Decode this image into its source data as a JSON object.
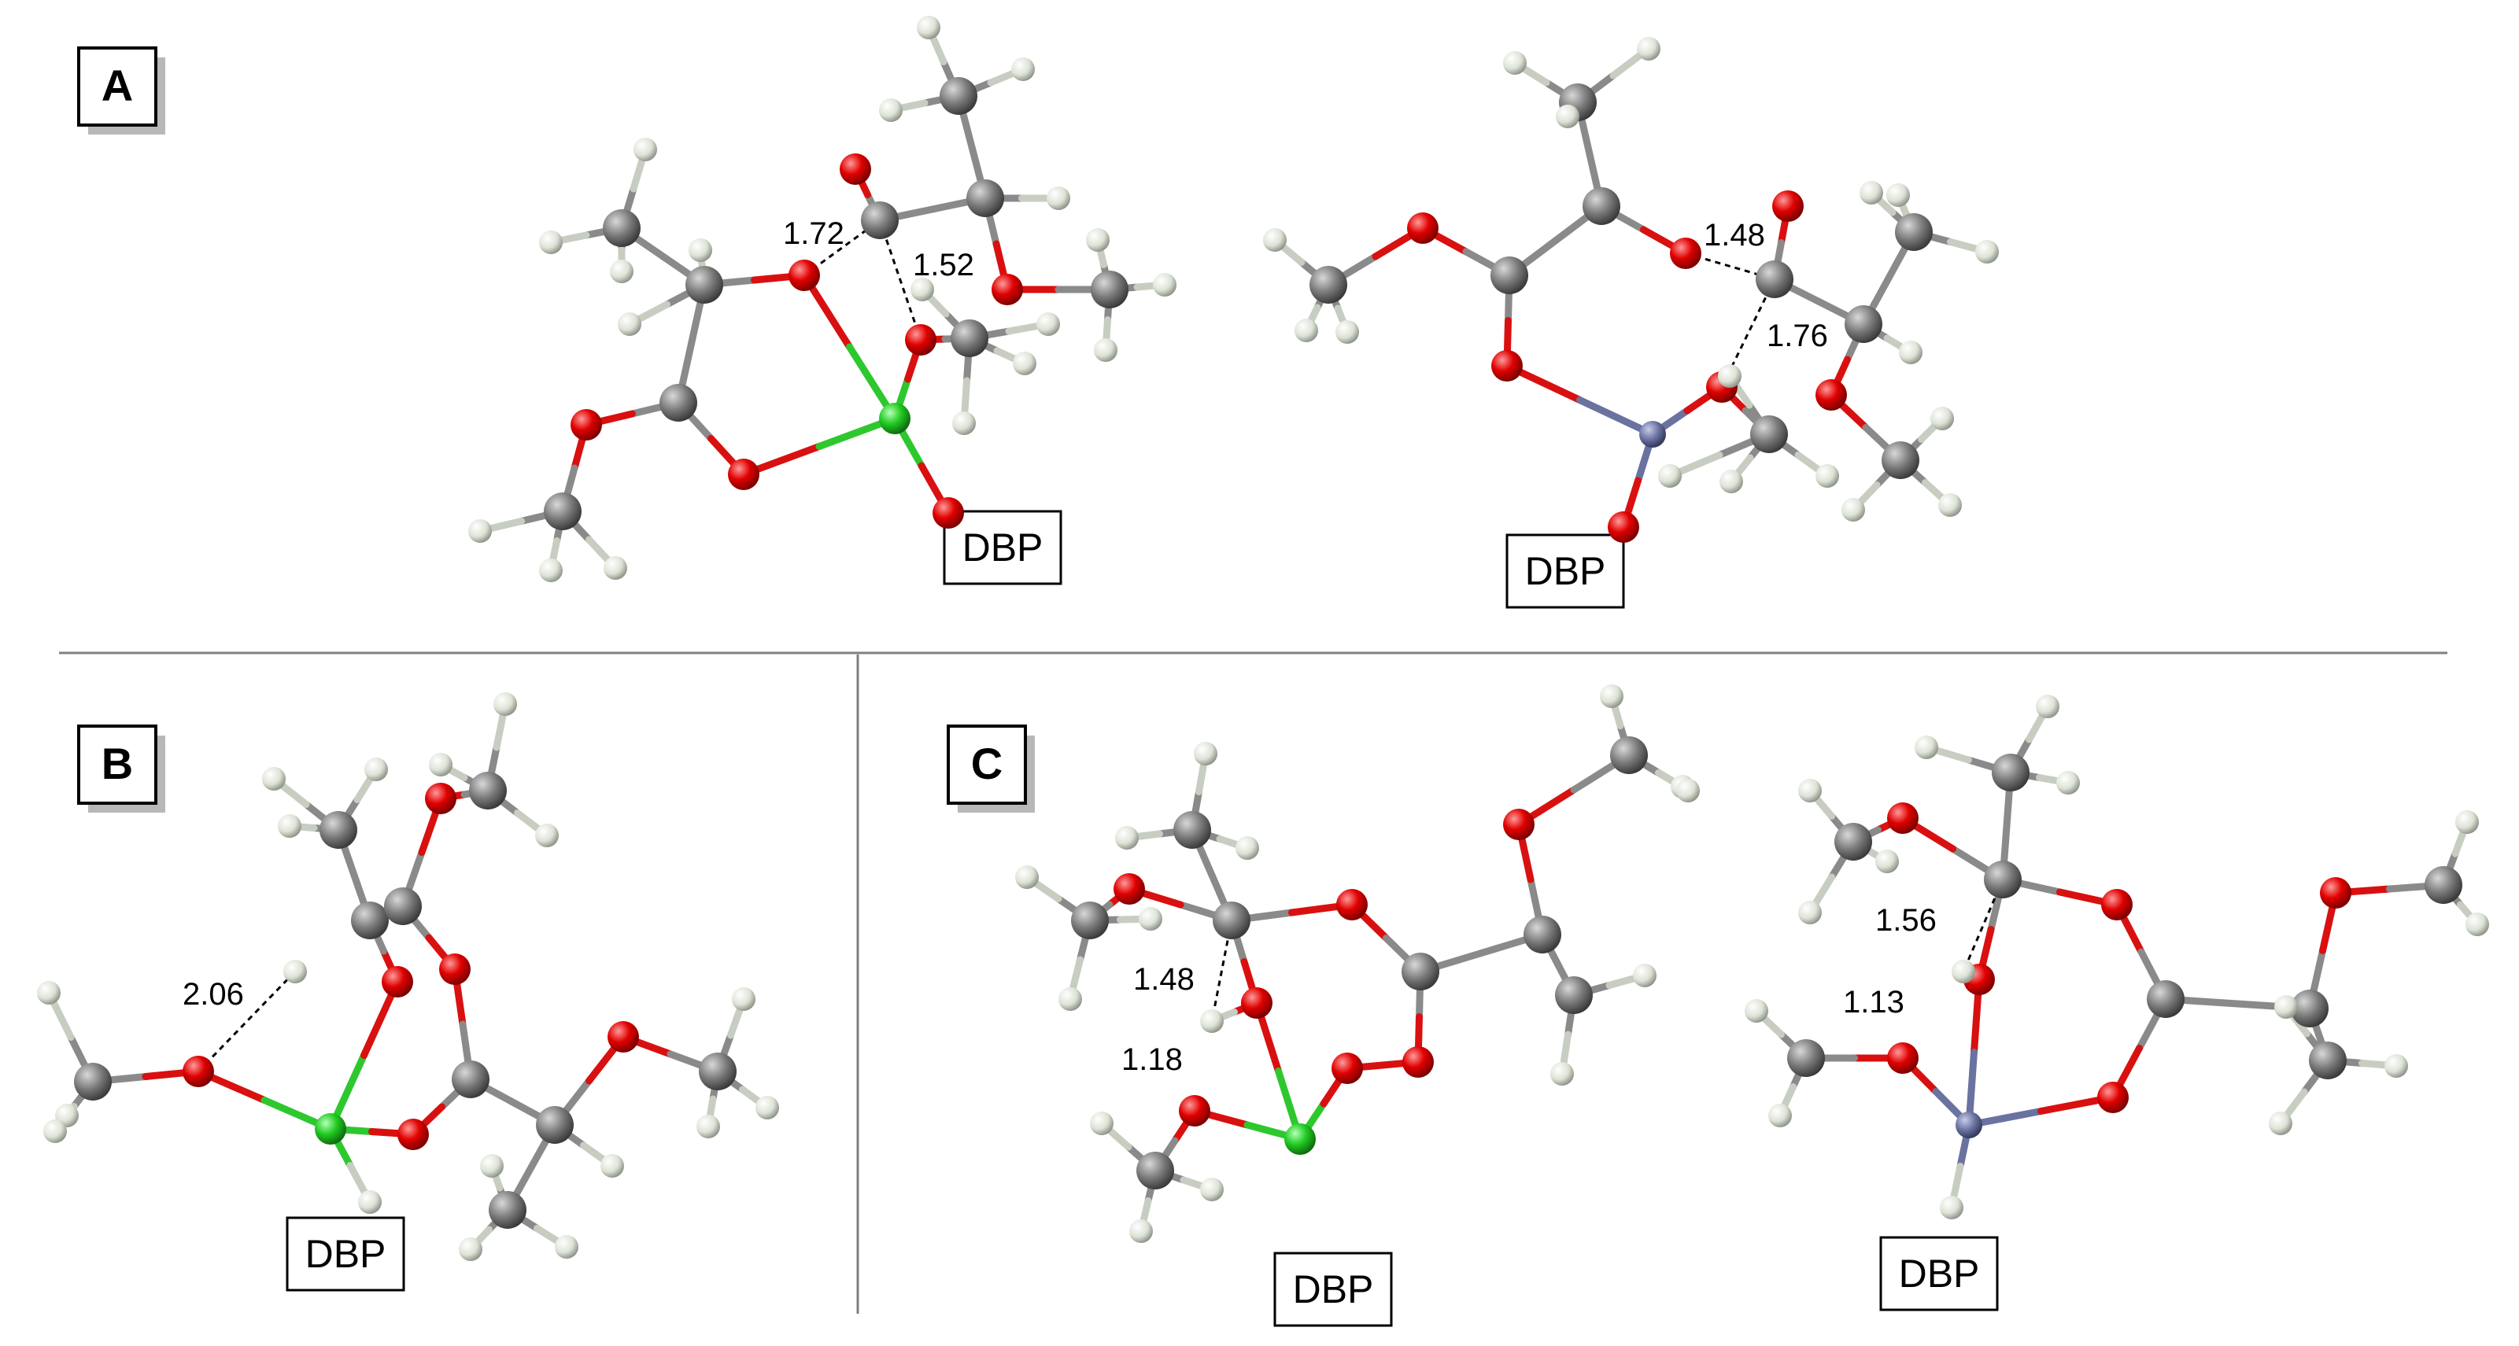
{
  "panels": {
    "a": {
      "letter": "A"
    },
    "b": {
      "letter": "B"
    },
    "c": {
      "letter": "C"
    }
  },
  "labels": {
    "dbp": "DBP"
  },
  "distances": {
    "a1_o": "1.72",
    "a1_c": "1.52",
    "a2_o": "1.48",
    "a2_c": "1.76",
    "b": "2.06",
    "c1_top": "1.48",
    "c1_bot": "1.18",
    "c2_top": "1.56",
    "c2_bot": "1.13"
  },
  "colors": {
    "carbon": "#7a7a7a",
    "oxygen": "#e00000",
    "hydrogen": "#dfe5d8",
    "metal_green": "#22cc22",
    "metal_blue": "#6a72a0",
    "bond_red": "#d91010",
    "bond_green": "#2ec82e",
    "bond_gray": "#8a8a8a",
    "divider": "#808080",
    "frame_shadow": "#b8b8b8"
  }
}
